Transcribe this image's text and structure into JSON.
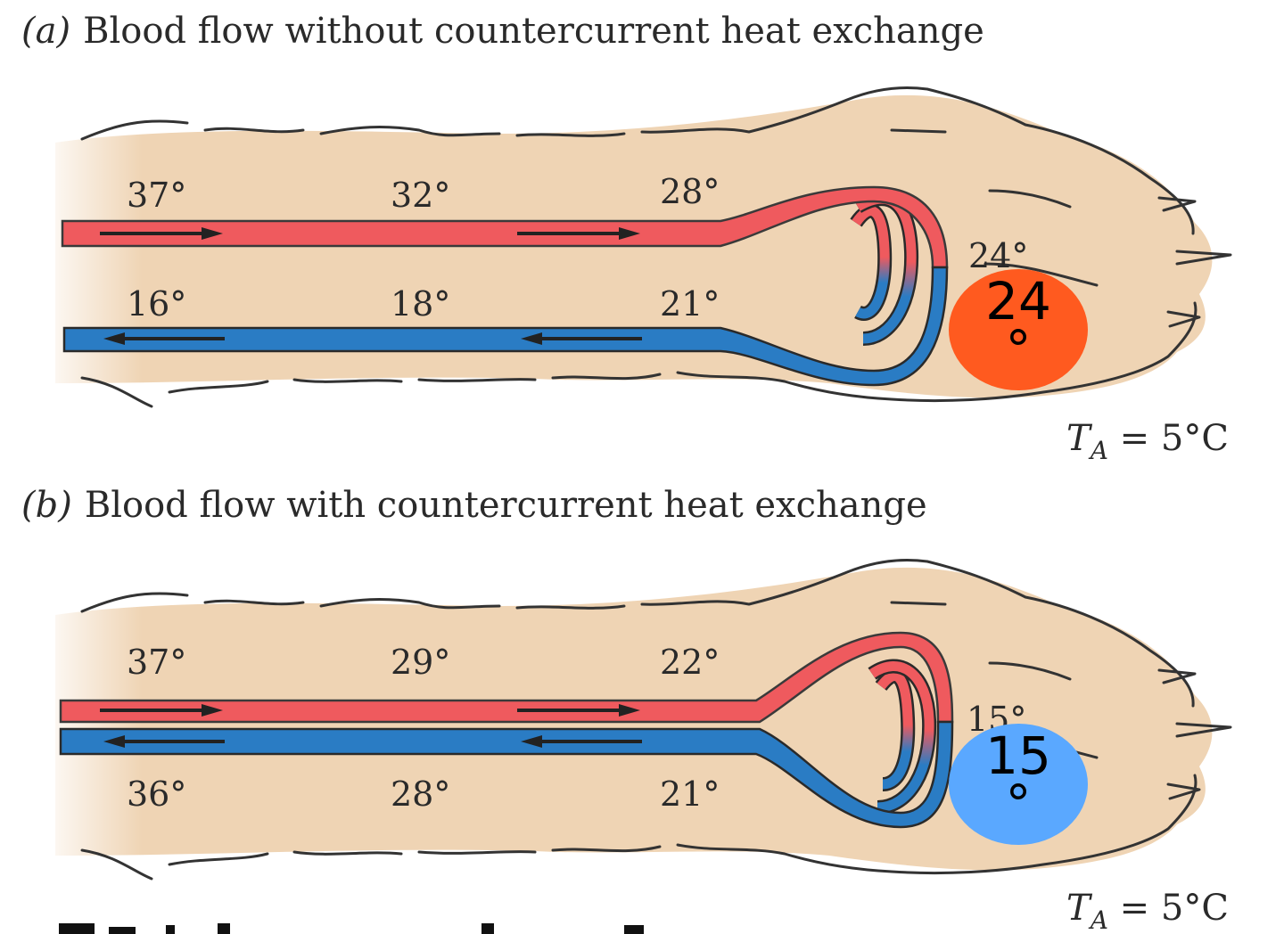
{
  "panel_a": {
    "letter": "(a)",
    "title": "Blood flow without countercurrent heat exchange",
    "artery_temps": [
      "37°",
      "32°",
      "28°"
    ],
    "vein_temps": [
      "16°",
      "18°",
      "21°"
    ],
    "paw_temp": "24°",
    "circle_number": "24",
    "circle_degree": "°",
    "circle_color": "#ff5a1f",
    "ambient_symbol": "T",
    "ambient_subscript": "A",
    "ambient_value": " = 5°C"
  },
  "panel_b": {
    "letter": "(b)",
    "title": "Blood flow with countercurrent heat exchange",
    "artery_temps": [
      "37°",
      "29°",
      "22°"
    ],
    "vein_temps": [
      "36°",
      "28°",
      "21°"
    ],
    "paw_temp": "15°",
    "circle_number": "15",
    "circle_degree": "°",
    "circle_color": "#5aa8ff",
    "ambient_symbol": "T",
    "ambient_subscript": "A",
    "ambient_value": " = 5°C"
  },
  "colors": {
    "artery": "#ef5a5e",
    "vein": "#2a7cc4",
    "skin": "#efd4b4"
  }
}
